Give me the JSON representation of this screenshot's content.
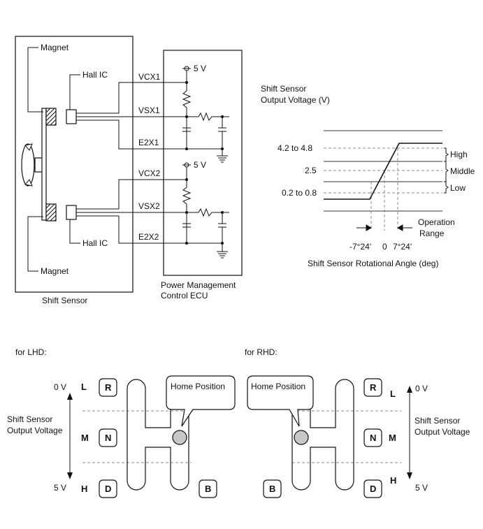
{
  "sensor": {
    "title": "Shift Sensor",
    "magnet_top": "Magnet",
    "magnet_bottom": "Magnet",
    "hall_top": "Hall IC",
    "hall_bottom": "Hall IC"
  },
  "ecu": {
    "title_line1": "Power Management",
    "title_line2": "Control ECU",
    "supply1": "5 V",
    "supply2": "5 V",
    "terminals": [
      "VCX1",
      "VSX1",
      "E2X1",
      "VCX2",
      "VSX2",
      "E2X2"
    ]
  },
  "graph": {
    "ylabel_line1": "Shift Sensor",
    "ylabel_line2": "Output Voltage (V)",
    "yticks": [
      "4.2 to 4.8",
      "2.5",
      "0.2 to 0.8"
    ],
    "zones": [
      "High",
      "Middle",
      "Low"
    ],
    "xticks": [
      "-7°24'",
      "0",
      "7°24'"
    ],
    "range_line1": "Operation",
    "range_line2": "Range",
    "xlabel": "Shift Sensor Rotational Angle (deg)"
  },
  "lhd": {
    "caption": "for LHD:",
    "v_top": "0 V",
    "v_bottom": "5 V",
    "axis_line1": "Shift Sensor",
    "axis_line2": "Output Voltage",
    "home": "Home Position",
    "levels": [
      "L",
      "M",
      "H"
    ],
    "positions": [
      "R",
      "N",
      "D",
      "B"
    ]
  },
  "rhd": {
    "caption": "for RHD:",
    "v_top": "0 V",
    "v_bottom": "5 V",
    "axis_line1": "Shift Sensor",
    "axis_line2": "Output Voltage",
    "home": "Home Position",
    "levels": [
      "L",
      "M",
      "H"
    ],
    "positions": [
      "R",
      "N",
      "D",
      "B"
    ]
  },
  "colors": {
    "knob": "#c8c8c8",
    "line": "#111111",
    "dash": "#888888"
  }
}
